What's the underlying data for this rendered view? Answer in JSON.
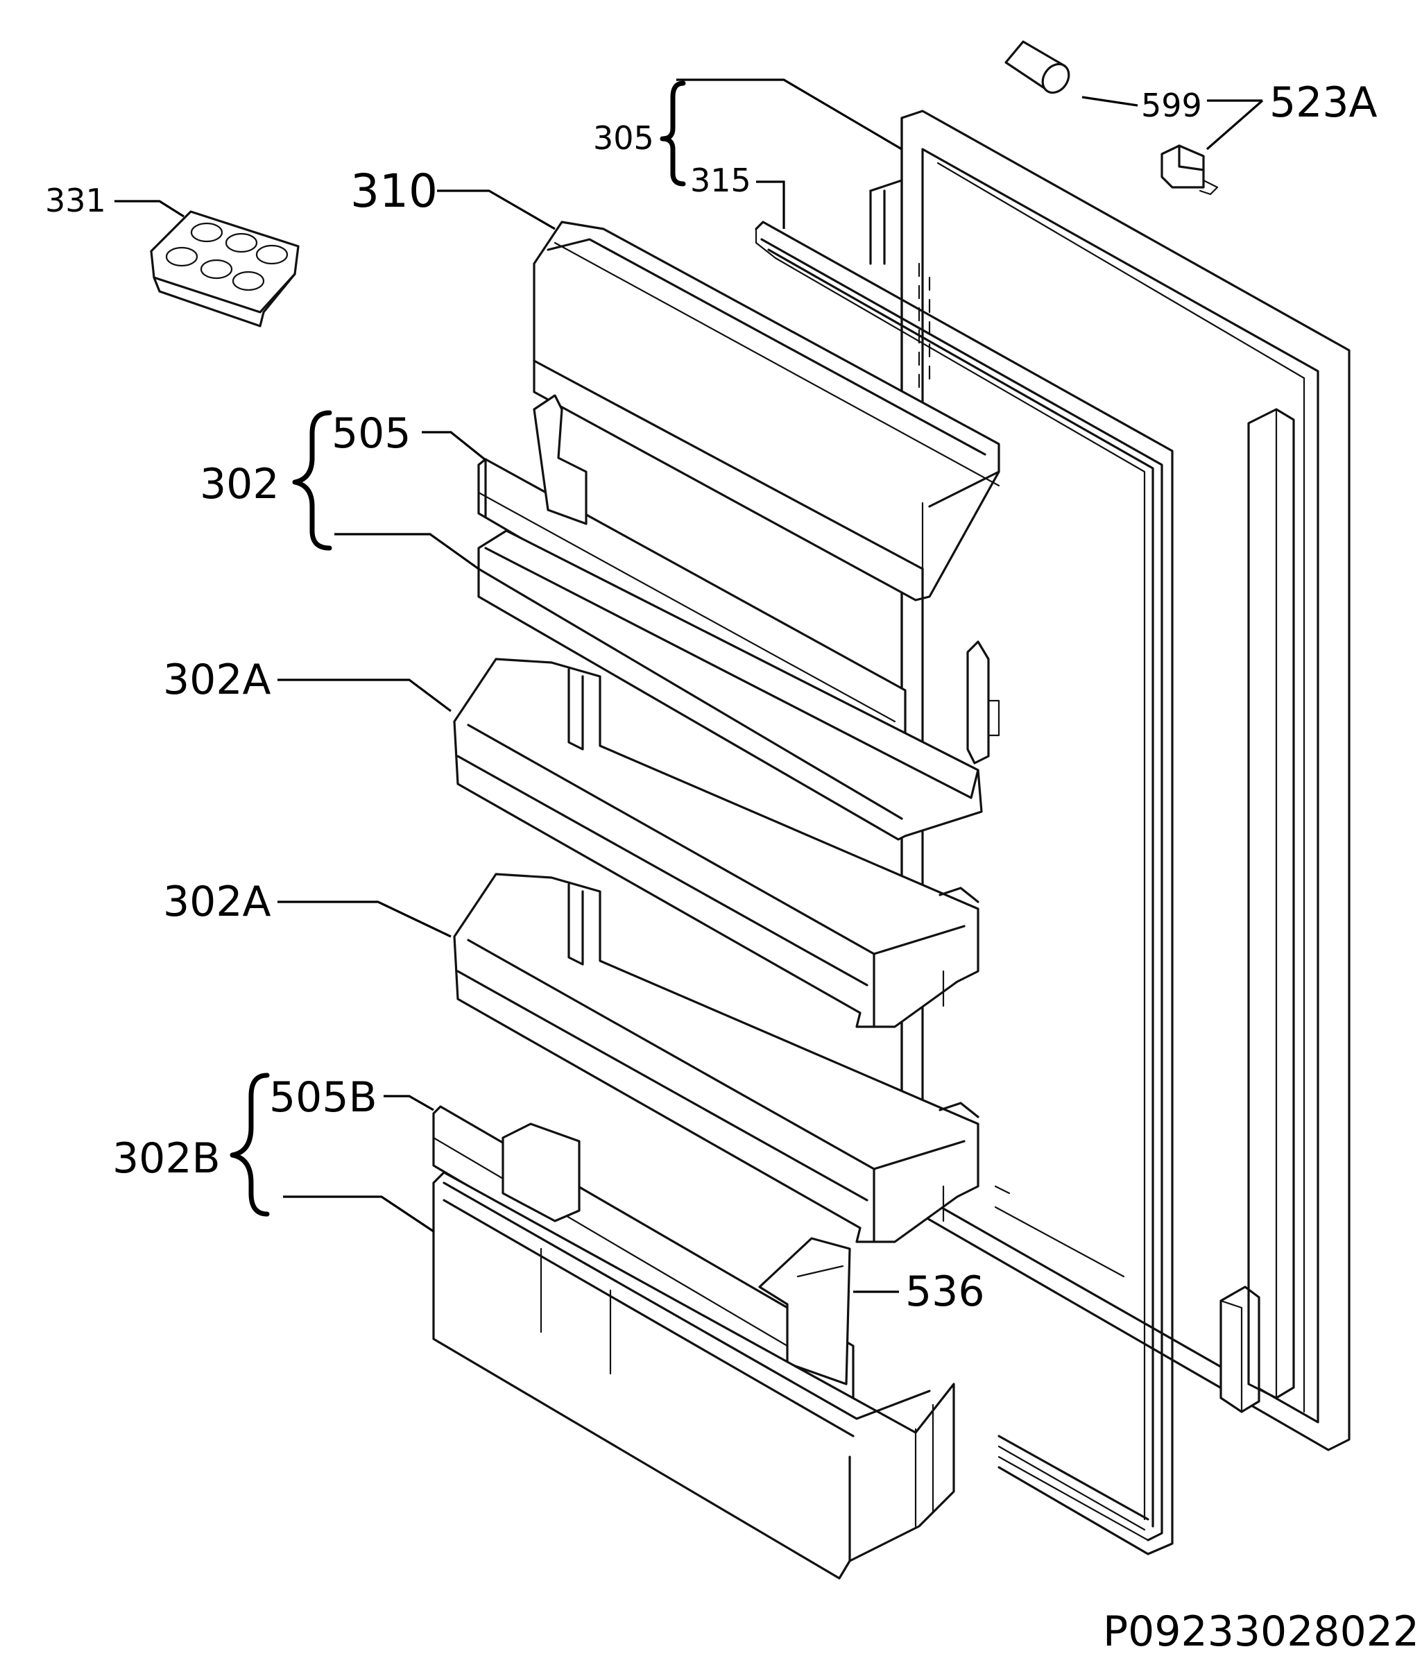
{
  "diagram": {
    "part_labels": {
      "p331": "331",
      "p305": "305",
      "p315": "315",
      "p310": "310",
      "p599": "599",
      "p523A": "523A",
      "p302": "302",
      "p505": "505",
      "p302A_top": "302A",
      "p302A_bottom": "302A",
      "p302B": "302B",
      "p505B": "505B",
      "p536": "536"
    },
    "drawing_number": "P09233028022"
  }
}
